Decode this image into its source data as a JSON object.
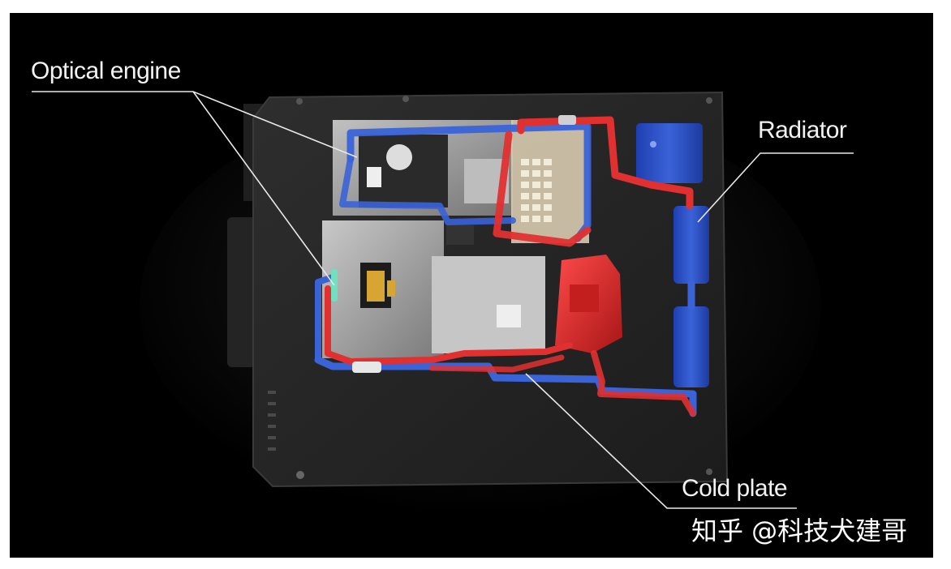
{
  "labels": {
    "optical_engine": "Optical engine",
    "radiator": "Radiator",
    "cold_plate": "Cold plate"
  },
  "watermark": "知乎 @科技犬建哥",
  "colors": {
    "background": "#000000",
    "chassis": "#2a2a2a",
    "hot_pipe": "#e03030",
    "cool_pipe": "#3a63d8",
    "module": "#9a9a9a",
    "callout_line": "#e8e8e8"
  },
  "icons": [
    "chassis-panel",
    "optical-module",
    "cooling-pipe-loop",
    "radiator-block",
    "cold-plate-block"
  ]
}
